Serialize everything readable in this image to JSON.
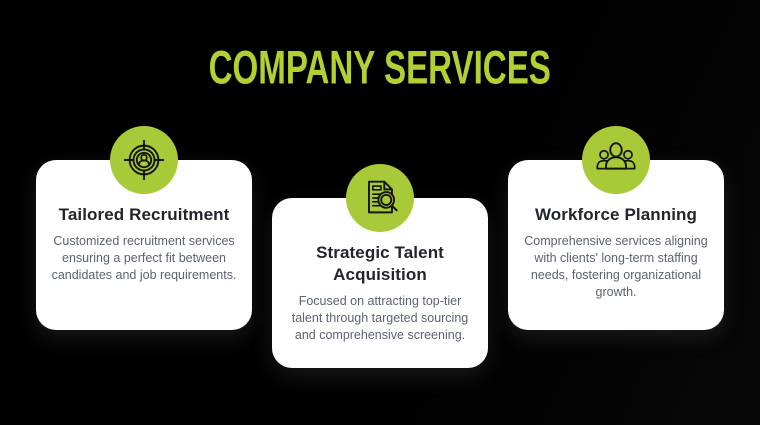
{
  "slide": {
    "title": "COMPANY SERVICES",
    "colors": {
      "background": "#000000",
      "title_green": "#b3d033",
      "circle_green": "#a8c938",
      "icon_stroke": "#151515",
      "card_bg": "#ffffff",
      "card_title": "#23252c",
      "card_body": "#5c6370"
    },
    "cards": [
      {
        "icon": "target-person-icon",
        "title": "Tailored Recruitment",
        "description": "Customized recruitment services ensuring a perfect fit between candidates and job requirements."
      },
      {
        "icon": "document-search-icon",
        "title": "Strategic Talent Acquisition",
        "description": "Focused on attracting top-tier talent through targeted sourcing and comprehensive screening."
      },
      {
        "icon": "people-group-icon",
        "title": "Workforce Planning",
        "description": "Comprehensive services aligning with clients' long-term staffing needs, fostering organizational growth."
      }
    ]
  }
}
